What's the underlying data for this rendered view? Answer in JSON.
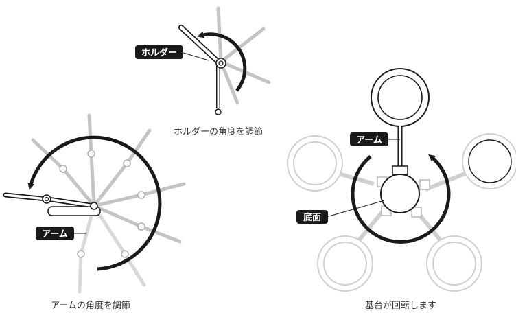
{
  "figures": {
    "holder": {
      "label": "ホルダー",
      "caption": "ホルダーの角度を調節"
    },
    "arm": {
      "label": "アーム",
      "caption": "アームの角度を調節"
    },
    "base": {
      "arm_label": "アーム",
      "base_label": "底面",
      "caption": "基台が回転します"
    }
  },
  "colors": {
    "ink": "#1a1a1a",
    "faint": "#c4c4c4",
    "tag_bg": "#1a1a1a",
    "tag_text": "#ffffff"
  }
}
